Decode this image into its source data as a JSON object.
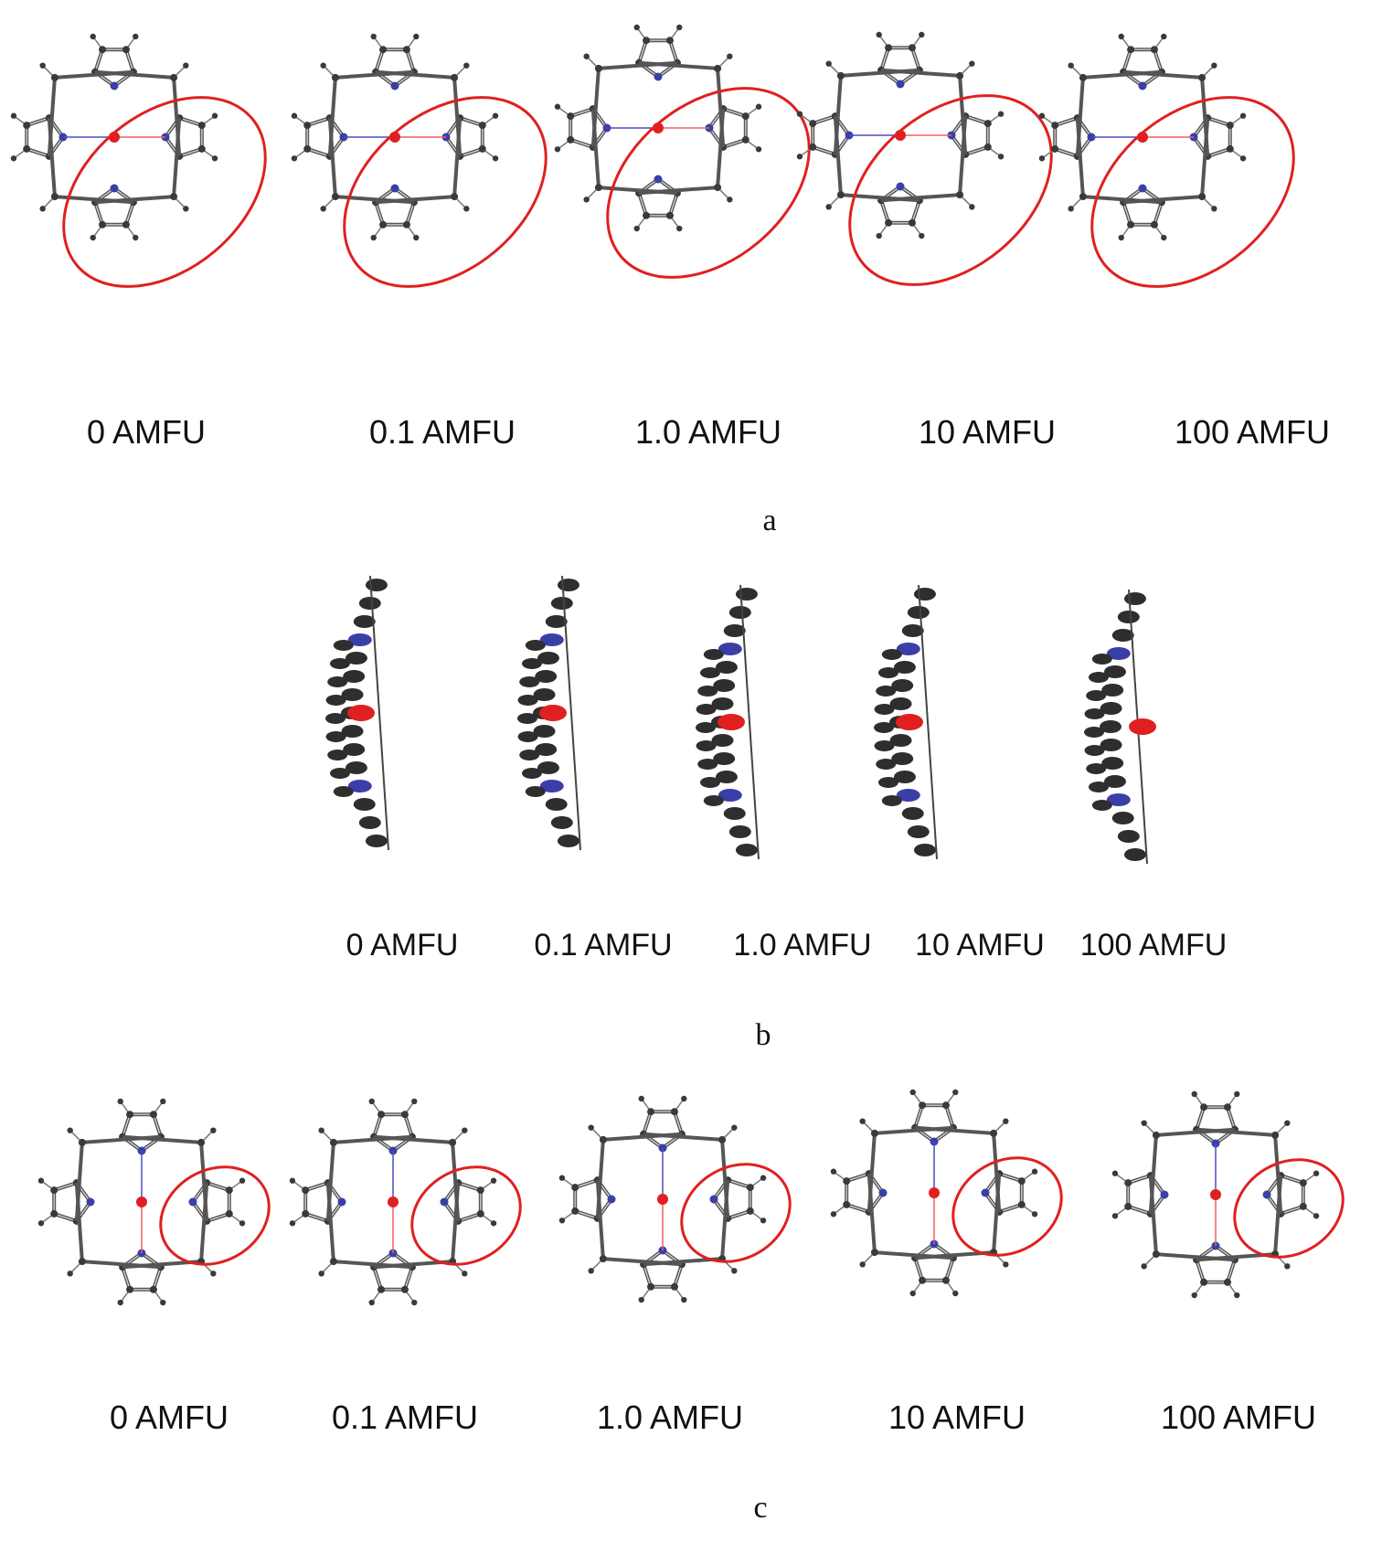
{
  "figure": {
    "panels": [
      {
        "letter": "a",
        "view": "top",
        "highlight": "ellipse",
        "colors": {
          "atom": "#3a3a3a",
          "nitrogen": "#3a3fa8",
          "center": "#e02020",
          "highlight": "#e02020"
        },
        "items": [
          {
            "label": "0 AMFU"
          },
          {
            "label": "0.1 AMFU"
          },
          {
            "label": "1.0 AMFU"
          },
          {
            "label": "10 AMFU"
          },
          {
            "label": "100 AMFU"
          }
        ]
      },
      {
        "letter": "b",
        "view": "side",
        "highlight": "none",
        "items": [
          {
            "label": "0 AMFU"
          },
          {
            "label": "0.1 AMFU"
          },
          {
            "label": "1.0 AMFU"
          },
          {
            "label": "10 AMFU"
          },
          {
            "label": "100 AMFU"
          }
        ]
      },
      {
        "letter": "c",
        "view": "top-rotated",
        "highlight": "ellipse",
        "items": [
          {
            "label": "0 AMFU"
          },
          {
            "label": "0.1 AMFU"
          },
          {
            "label": "1.0 AMFU"
          },
          {
            "label": "10 AMFU"
          },
          {
            "label": "100 AMFU"
          }
        ]
      }
    ]
  }
}
